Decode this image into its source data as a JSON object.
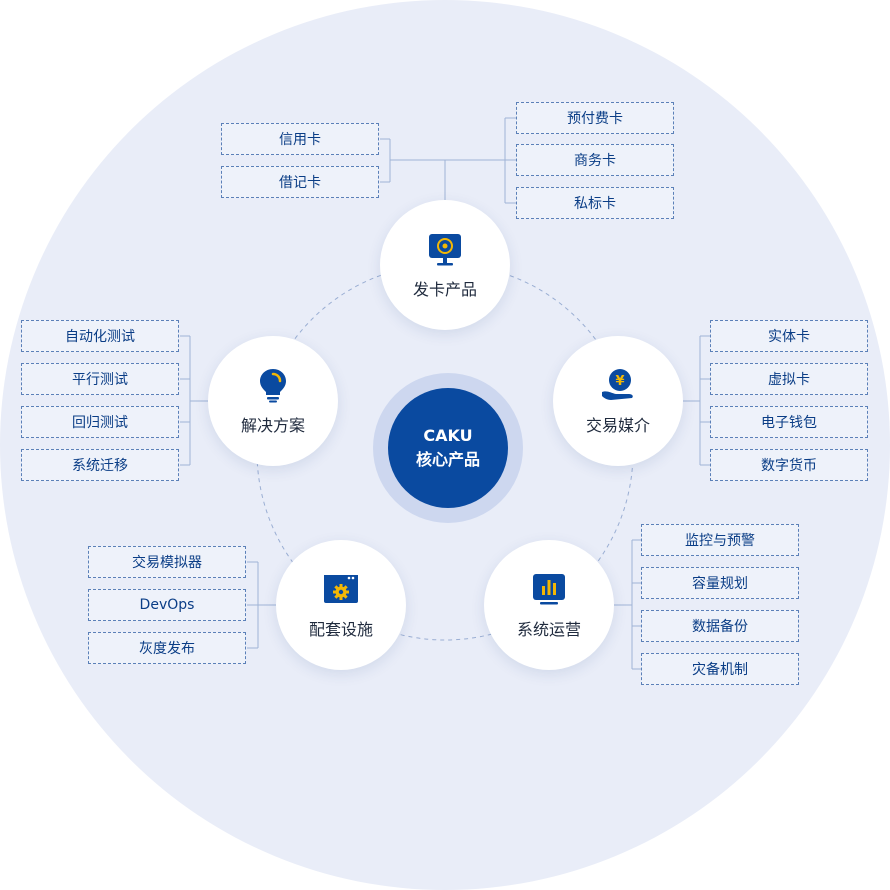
{
  "center": {
    "line1": "CAKU",
    "line2": "核心产品"
  },
  "nodes": {
    "card_issuing": {
      "label": "发卡产品"
    },
    "transaction_media": {
      "label": "交易媒介"
    },
    "solutions": {
      "label": "解决方案"
    },
    "facilities": {
      "label": "配套设施"
    },
    "operations": {
      "label": "系统运营"
    }
  },
  "branches": {
    "card_issuing_left": [
      "信用卡",
      "借记卡"
    ],
    "card_issuing_right": [
      "预付费卡",
      "商务卡",
      "私标卡"
    ],
    "transaction_media": [
      "实体卡",
      "虚拟卡",
      "电子钱包",
      "数字货币"
    ],
    "solutions": [
      "自动化测试",
      "平行测试",
      "回归测试",
      "系统迁移"
    ],
    "facilities": [
      "交易模拟器",
      "DevOps",
      "灰度发布"
    ],
    "operations": [
      "监控与预警",
      "容量规划",
      "数据备份",
      "灾备机制"
    ]
  },
  "colors": {
    "primary": "#0a4aa0",
    "accent": "#f2b705",
    "background": "#e9edf8"
  }
}
